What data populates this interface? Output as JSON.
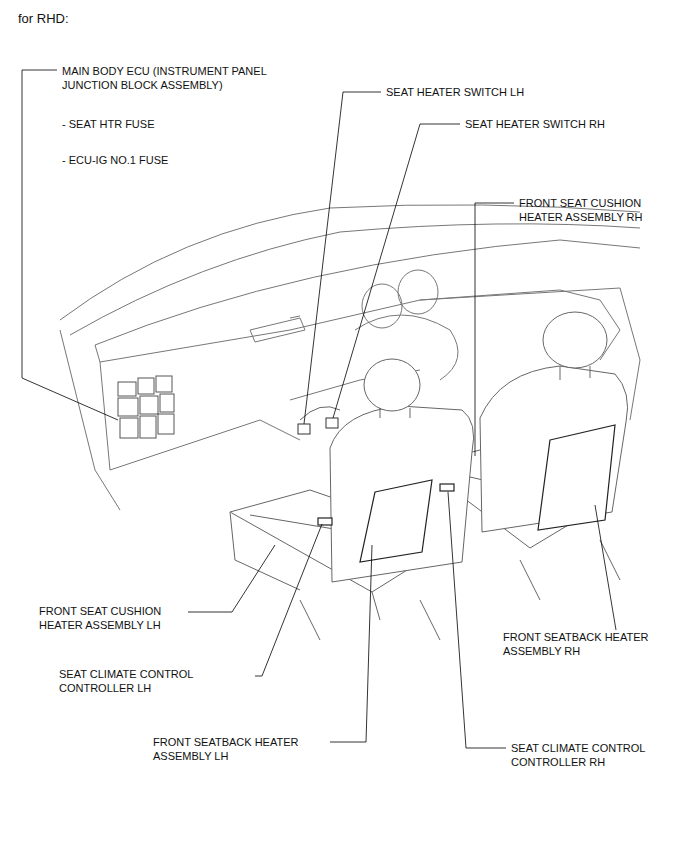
{
  "diagram": {
    "title": "for RHD:",
    "labels": [
      "MAIN BODY ECU (INSTRUMENT PANEL JUNCTION BLOCK ASSEMBLY)",
      "- SEAT HTR FUSE",
      "- ECU-IG NO.1 FUSE",
      "SEAT HEATER SWITCH LH",
      "SEAT HEATER SWITCH RH",
      "FRONT SEAT CUSHION HEATER ASSEMBLY RH",
      "FRONT SEAT CUSHION HEATER ASSEMBLY LH",
      "SEAT CLIMATE CONTROL CONTROLLER LH",
      "FRONT SEATBACK HEATER ASSEMBLY LH",
      "FRONT SEATBACK HEATER ASSEMBLY RH",
      "SEAT CLIMATE CONTROL CONTROLLER RH"
    ]
  }
}
